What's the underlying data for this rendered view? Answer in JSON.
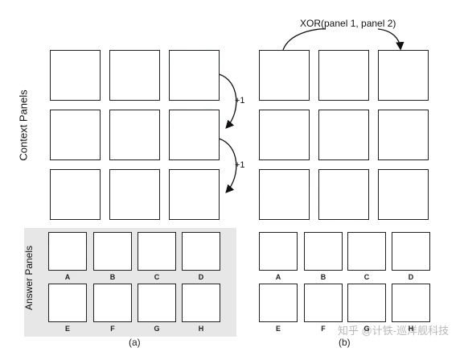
{
  "labels": {
    "context_panels": "Context Panels",
    "answer_panels": "Answer Panels",
    "caption_a": "(a)",
    "caption_b": "(b)",
    "xor_title": "XOR(panel 1, panel 2)",
    "rule_plus_one": "+1",
    "question_mark": "?",
    "watermark": "知乎 @计铁-巡洋舰科技"
  },
  "answer_letters": [
    "A",
    "B",
    "C",
    "D",
    "E",
    "F",
    "G",
    "H"
  ],
  "colors": {
    "shape": "#4f4f4f",
    "green_shape": "#2f7d32",
    "green_glow": "#9be59b",
    "red_shape": "#a53b44",
    "red_glow": "#f1b4b4",
    "answer_bg": "#e7e7e7"
  }
}
